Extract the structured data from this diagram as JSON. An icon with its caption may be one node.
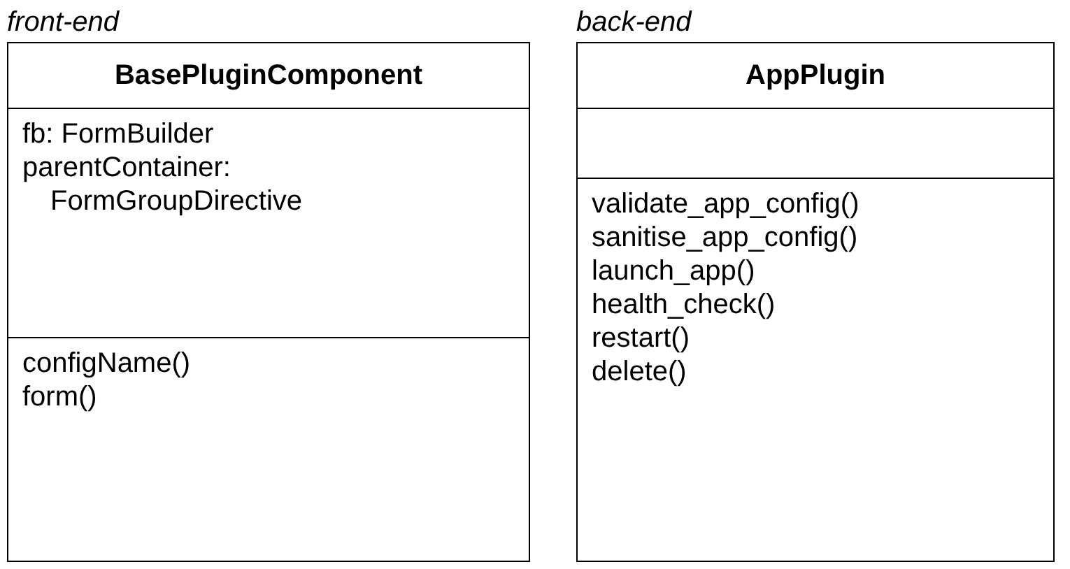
{
  "diagram": {
    "nodes": [
      {
        "text": [
          "front-end",
          "BasePluginComponent"
        ]
      },
      {
        "text": [
          "fb: FormBuilder",
          "parentContainer: FormGroupDirective"
        ],
        "in": 0
      },
      {
        "text": [
          "configName()",
          "form()"
        ],
        "in": 0
      },
      {
        "text": [
          "back-end",
          "AppPlugin"
        ]
      },
      {
        "text": [],
        "shape": "box",
        "in": 3
      },
      {
        "text": [
          "validate_app_config()",
          "sanitise_app_config()",
          "launch_app()",
          "health_check()",
          "restart()",
          "delete()"
        ],
        "in": 3
      }
    ]
  }
}
